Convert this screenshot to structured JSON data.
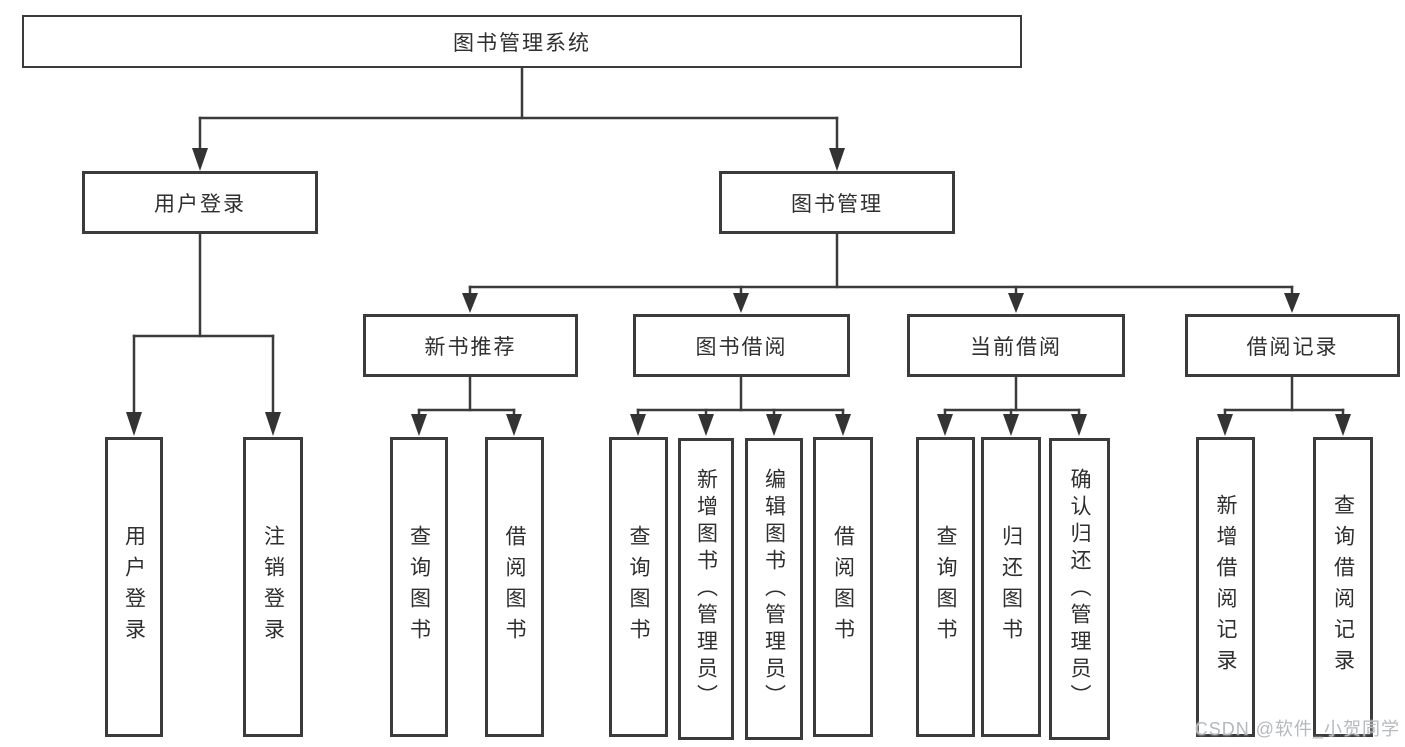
{
  "tree": {
    "root": "图书管理系统",
    "branches": [
      {
        "label": "用户登录",
        "children": [
          "用户登录",
          "注销登录"
        ]
      },
      {
        "label": "图书管理",
        "groups": [
          {
            "label": "新书推荐",
            "children": [
              "查询图书",
              "借阅图书"
            ]
          },
          {
            "label": "图书借阅",
            "children": [
              "查询图书",
              "新增图书（管理员）",
              "编辑图书（管理员）",
              "借阅图书"
            ]
          },
          {
            "label": "当前借阅",
            "children": [
              "查询图书",
              "归还图书",
              "确认归还（管理员）"
            ]
          },
          {
            "label": "借阅记录",
            "children": [
              "新增借阅记录",
              "查询借阅记录"
            ]
          }
        ]
      }
    ]
  },
  "watermark": "CSDN @软件_小贺同学",
  "colors": {
    "line": "#3b3b3b",
    "border": "#3b3b3b",
    "text": "#2f2f2f",
    "watermark_text": "#b5b9be",
    "background": "#ffffff"
  }
}
